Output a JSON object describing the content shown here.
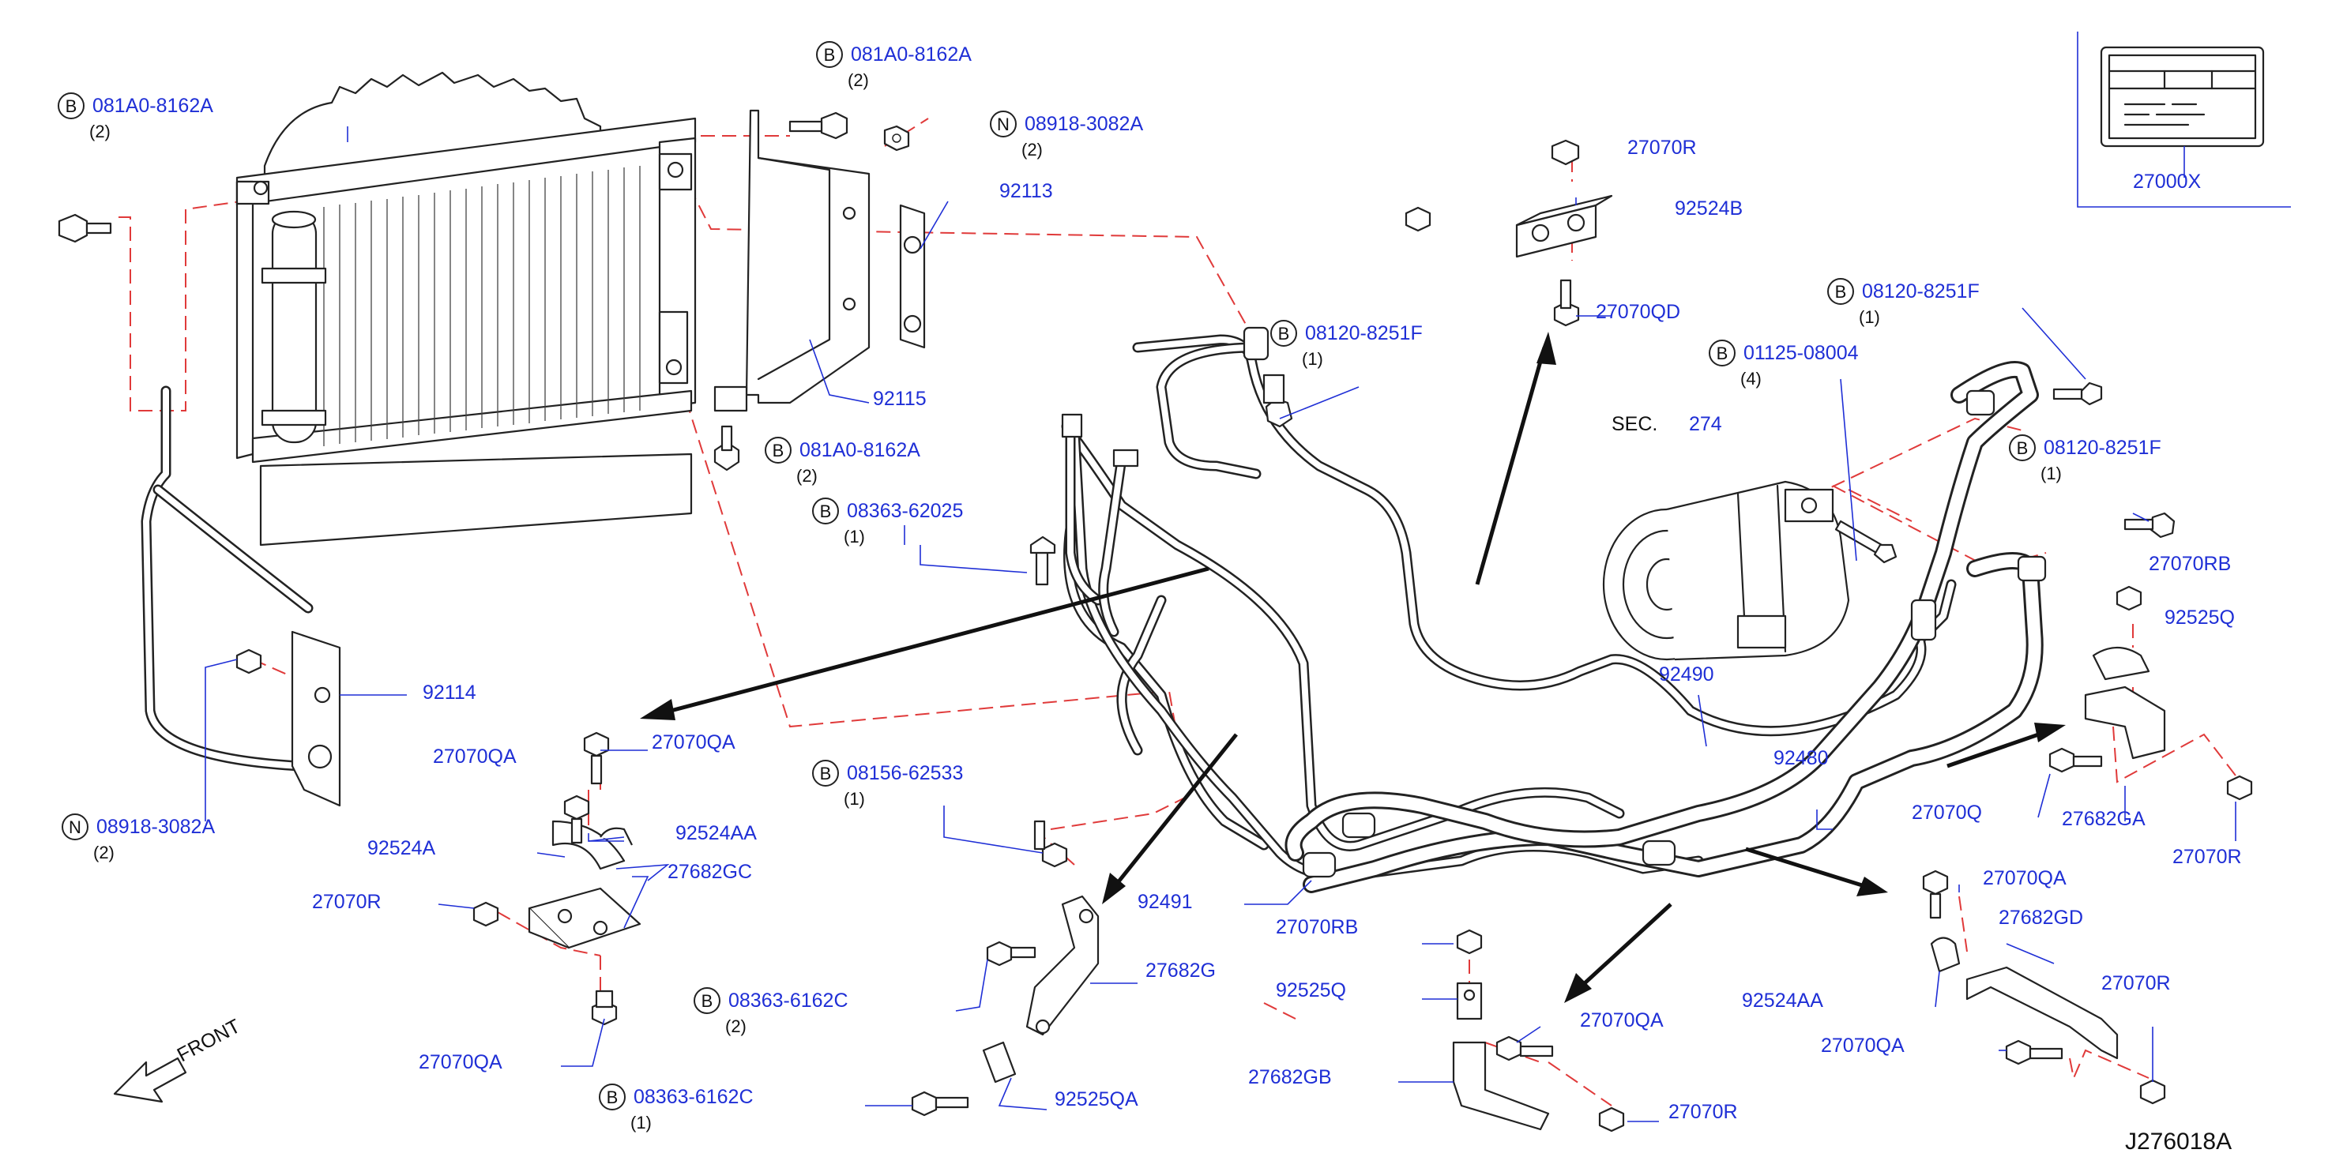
{
  "diagram_id": "J276018A",
  "front_label": "FRONT",
  "sec_ref": {
    "label": "SEC.",
    "number": "274"
  },
  "callouts": [
    {
      "id": "c1",
      "prefix": "B",
      "code": "081A0-8162A",
      "qty": "(2)"
    },
    {
      "id": "c2",
      "prefix": "B",
      "code": "081A0-8162A",
      "qty": "(2)"
    },
    {
      "id": "c3",
      "prefix": "N",
      "code": "08918-3082A",
      "qty": "(2)"
    },
    {
      "id": "c4",
      "prefix": "",
      "code": "92113",
      "qty": ""
    },
    {
      "id": "c5",
      "prefix": "",
      "code": "92115",
      "qty": ""
    },
    {
      "id": "c6",
      "prefix": "B",
      "code": "081A0-8162A",
      "qty": "(2)"
    },
    {
      "id": "c7",
      "prefix": "B",
      "code": "08363-62025",
      "qty": "(1)"
    },
    {
      "id": "c8",
      "prefix": "B",
      "code": "08120-8251F",
      "qty": "(1)"
    },
    {
      "id": "c9",
      "prefix": "",
      "code": "27070R",
      "qty": ""
    },
    {
      "id": "c10",
      "prefix": "",
      "code": "92524B",
      "qty": ""
    },
    {
      "id": "c11",
      "prefix": "",
      "code": "27070QD",
      "qty": ""
    },
    {
      "id": "c12",
      "prefix": "B",
      "code": "08120-8251F",
      "qty": "(1)"
    },
    {
      "id": "c13",
      "prefix": "B",
      "code": "01125-08004",
      "qty": "(4)"
    },
    {
      "id": "c14",
      "prefix": "B",
      "code": "08120-8251F",
      "qty": "(1)"
    },
    {
      "id": "c15",
      "prefix": "",
      "code": "27070RB",
      "qty": ""
    },
    {
      "id": "c16",
      "prefix": "",
      "code": "92525Q",
      "qty": ""
    },
    {
      "id": "c17",
      "prefix": "",
      "code": "92490",
      "qty": ""
    },
    {
      "id": "c18",
      "prefix": "",
      "code": "92480",
      "qty": ""
    },
    {
      "id": "c19",
      "prefix": "",
      "code": "27070Q",
      "qty": ""
    },
    {
      "id": "c20",
      "prefix": "",
      "code": "27682GA",
      "qty": ""
    },
    {
      "id": "c21",
      "prefix": "",
      "code": "27070R",
      "qty": ""
    },
    {
      "id": "c22",
      "prefix": "",
      "code": "92114",
      "qty": ""
    },
    {
      "id": "c23",
      "prefix": "N",
      "code": "08918-3082A",
      "qty": "(2)"
    },
    {
      "id": "c24",
      "prefix": "",
      "code": "27070QA",
      "qty": ""
    },
    {
      "id": "c25",
      "prefix": "",
      "code": "27070QA",
      "qty": ""
    },
    {
      "id": "c26",
      "prefix": "",
      "code": "92524AA",
      "qty": ""
    },
    {
      "id": "c27",
      "prefix": "",
      "code": "92524A",
      "qty": ""
    },
    {
      "id": "c28",
      "prefix": "",
      "code": "27682GC",
      "qty": ""
    },
    {
      "id": "c29",
      "prefix": "",
      "code": "27070R",
      "qty": ""
    },
    {
      "id": "c30",
      "prefix": "",
      "code": "27070QA",
      "qty": ""
    },
    {
      "id": "c31",
      "prefix": "B",
      "code": "08363-6162C",
      "qty": "(2)"
    },
    {
      "id": "c32",
      "prefix": "B",
      "code": "08363-6162C",
      "qty": "(1)"
    },
    {
      "id": "c33",
      "prefix": "B",
      "code": "08156-62533",
      "qty": "(1)"
    },
    {
      "id": "c34",
      "prefix": "",
      "code": "92491",
      "qty": ""
    },
    {
      "id": "c35",
      "prefix": "",
      "code": "27682G",
      "qty": ""
    },
    {
      "id": "c36",
      "prefix": "",
      "code": "92525QA",
      "qty": ""
    },
    {
      "id": "c37",
      "prefix": "",
      "code": "27070RB",
      "qty": ""
    },
    {
      "id": "c38",
      "prefix": "",
      "code": "92525Q",
      "qty": ""
    },
    {
      "id": "c39",
      "prefix": "",
      "code": "27070QA",
      "qty": ""
    },
    {
      "id": "c40",
      "prefix": "",
      "code": "27682GB",
      "qty": ""
    },
    {
      "id": "c41",
      "prefix": "",
      "code": "27070R",
      "qty": ""
    },
    {
      "id": "c42",
      "prefix": "",
      "code": "27070QA",
      "qty": ""
    },
    {
      "id": "c43",
      "prefix": "",
      "code": "27682GD",
      "qty": ""
    },
    {
      "id": "c44",
      "prefix": "",
      "code": "92524AA",
      "qty": ""
    },
    {
      "id": "c45",
      "prefix": "",
      "code": "27070R",
      "qty": ""
    },
    {
      "id": "c46",
      "prefix": "",
      "code": "27070QA",
      "qty": ""
    },
    {
      "id": "c47",
      "prefix": "",
      "code": "27000X",
      "qty": ""
    }
  ]
}
